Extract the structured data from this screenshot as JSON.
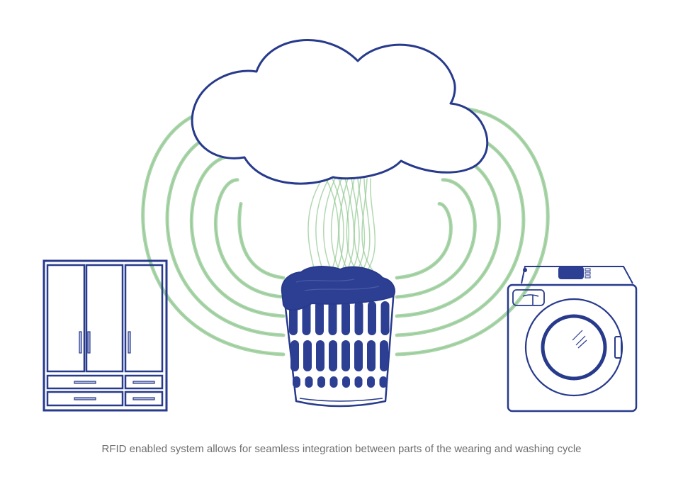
{
  "diagram": {
    "caption": "RFID enabled system allows for seamless integration between parts of the wearing and washing cycle",
    "nodes": [
      {
        "id": "cloud",
        "label": "cloud",
        "icon": "cloud-icon",
        "role": "hub"
      },
      {
        "id": "wardrobe",
        "label": "wardrobe",
        "icon": "wardrobe-icon",
        "role": "endpoint"
      },
      {
        "id": "laundry-basket",
        "label": "laundry basket",
        "icon": "laundry-basket-icon",
        "role": "endpoint"
      },
      {
        "id": "washing-machine",
        "label": "washing machine",
        "icon": "washing-machine-icon",
        "role": "endpoint"
      }
    ],
    "connections": [
      {
        "from": "cloud",
        "to": "wardrobe",
        "style": "wireless-arcs",
        "count": 5
      },
      {
        "from": "cloud",
        "to": "laundry-basket",
        "style": "wireless-arcs",
        "count": 8
      },
      {
        "from": "cloud",
        "to": "washing-machine",
        "style": "wireless-arcs",
        "count": 5
      }
    ],
    "colors": {
      "outline": "#273a8c",
      "fill_dark": "#2d3f92",
      "signal": "#8fc78f",
      "caption": "#6e6e6e",
      "background": "#ffffff"
    }
  }
}
